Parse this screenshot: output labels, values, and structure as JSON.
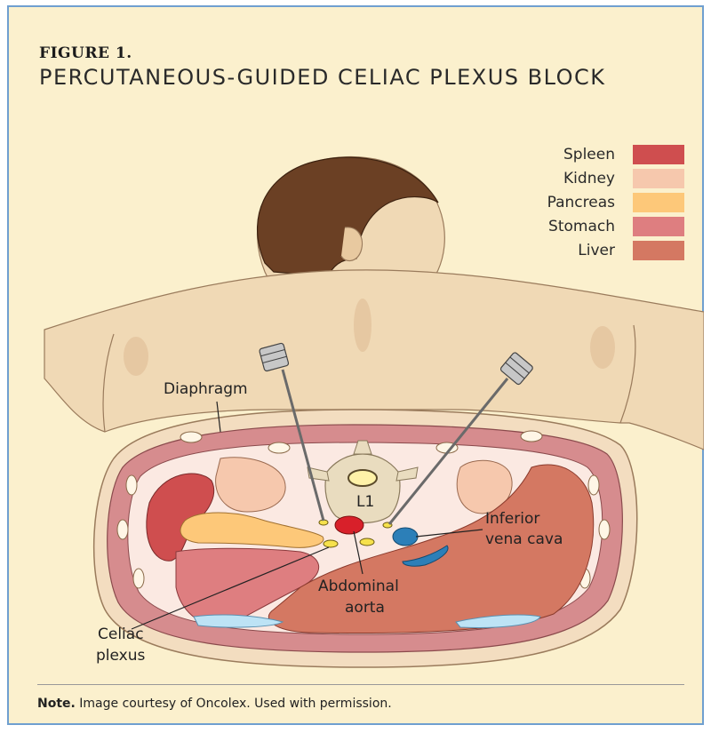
{
  "figure": {
    "label": "FIGURE 1.",
    "title": "PERCUTANEOUS-GUIDED CELIAC PLEXUS BLOCK"
  },
  "legend": [
    {
      "label": "Spleen",
      "color": "#cf4e4f"
    },
    {
      "label": "Kidney",
      "color": "#f6c8ad"
    },
    {
      "label": "Pancreas",
      "color": "#fdc879"
    },
    {
      "label": "Stomach",
      "color": "#de7e80"
    },
    {
      "label": "Liver",
      "color": "#d47862"
    }
  ],
  "labels": {
    "diaphragm": "Diaphragm",
    "vertebra": "L1",
    "ivc_line1": "Inferior",
    "ivc_line2": "vena cava",
    "aorta_line1": "Abdominal",
    "aorta_line2": "aorta",
    "celiac_line1": "Celiac",
    "celiac_line2": "plexus"
  },
  "note": {
    "prefix": "Note.",
    "text": " Image courtesy of Oncolex. Used with permission."
  }
}
